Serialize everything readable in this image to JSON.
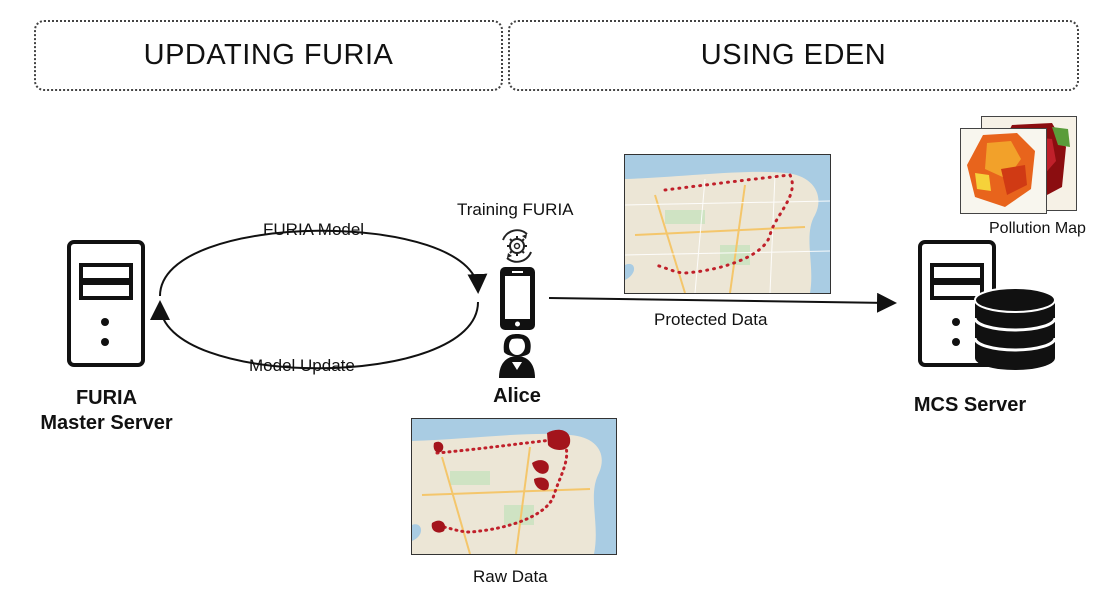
{
  "sections": {
    "left_title": "UPDATING FURIA",
    "right_title": "USING EDEN"
  },
  "nodes": {
    "master_server_line1": "FURIA",
    "master_server_line2": "Master Server",
    "user": "Alice",
    "mcs_server": "MCS Server"
  },
  "edges": {
    "model": "FURIA Model",
    "update": "Model Update",
    "training": "Training FURIA",
    "protected": "Protected Data"
  },
  "images": {
    "raw_data": "Raw Data",
    "pollution_map": "Pollution Map"
  },
  "icons": {
    "server": "server-icon",
    "database": "database-icon",
    "phone": "smartphone-icon",
    "person": "person-icon",
    "gear": "gear-sync-icon"
  },
  "colors": {
    "route": "#c0202a",
    "water": "#a9cce3",
    "land": "#ece6d6"
  }
}
